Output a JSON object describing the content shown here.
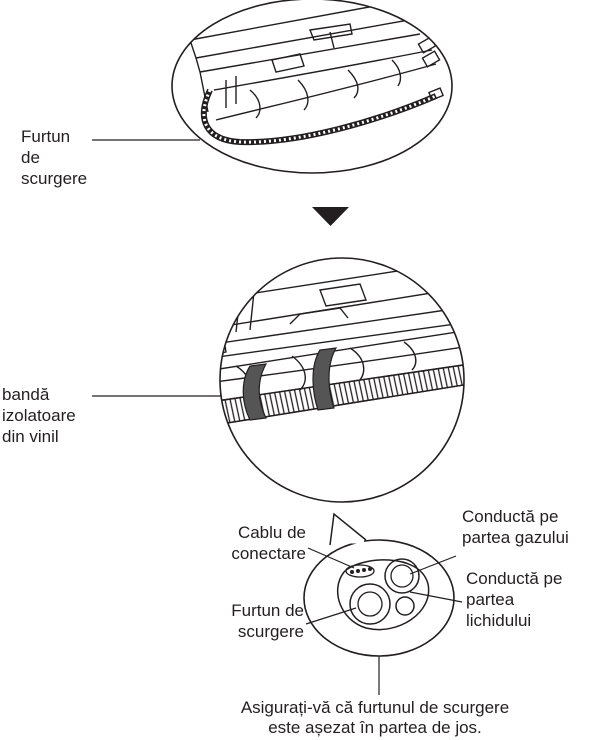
{
  "colors": {
    "stroke": "#231f20",
    "band": "#555555",
    "background": "#ffffff"
  },
  "icons": {
    "arrow": "down-triangle-icon"
  },
  "top_view": {
    "label_lines": [
      "Furtun",
      "de",
      "scurgere"
    ]
  },
  "middle_view": {
    "label_lines": [
      "bandă",
      "izolatoare",
      "din vinil"
    ]
  },
  "cross_section": {
    "cable_lines": [
      "Cablu de",
      "conectare"
    ],
    "drain_lines": [
      "Furtun de",
      "scurgere"
    ],
    "gas_lines": [
      "Conductă pe",
      "partea gazului"
    ],
    "liquid_lines": [
      "Conductă pe",
      "partea",
      "lichidului"
    ]
  },
  "caption_lines": [
    "Asigurați-vă că furtunul de scurgere",
    "este așezat în partea de jos."
  ]
}
